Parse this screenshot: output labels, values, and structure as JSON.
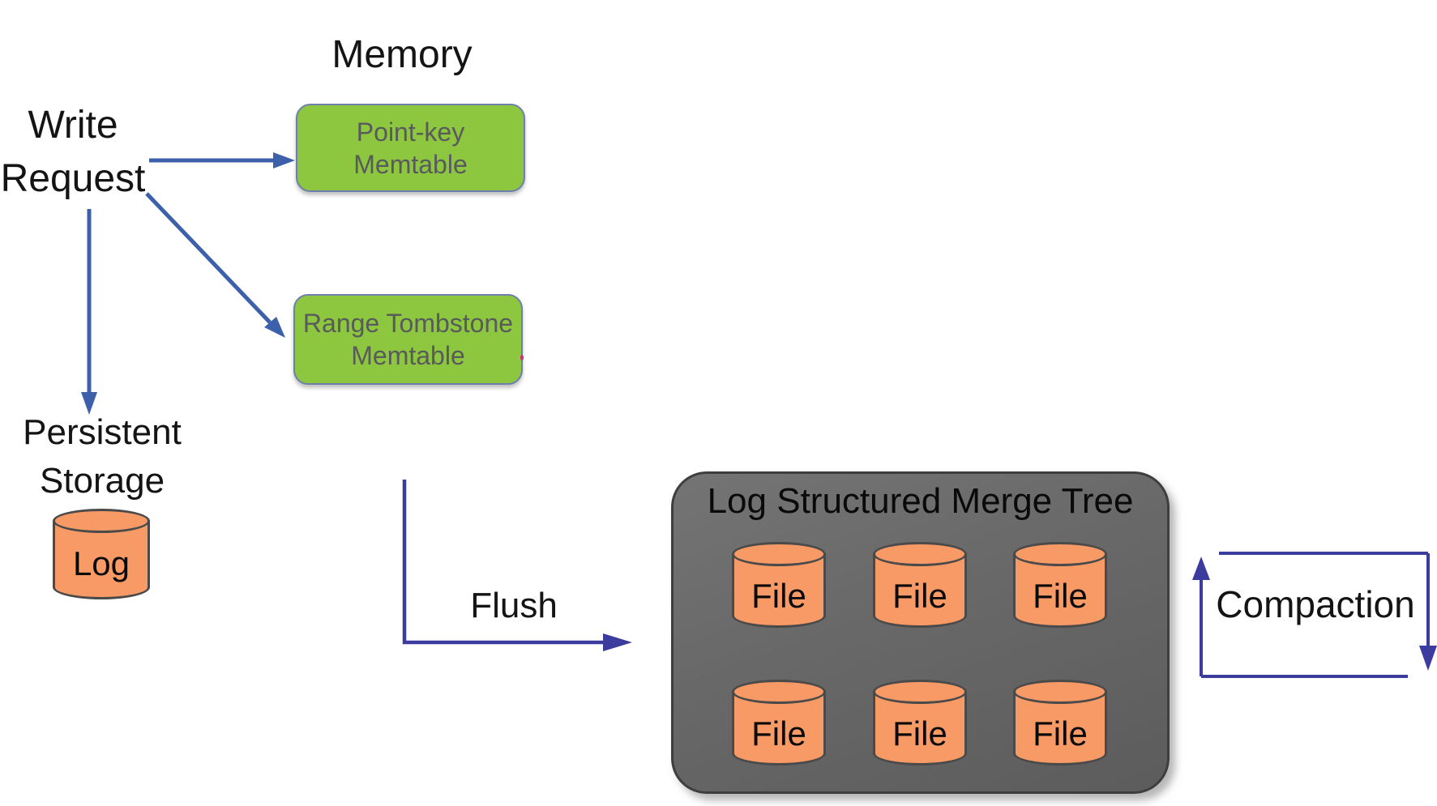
{
  "diagram": {
    "memory_section_label": "Memory",
    "write_request": {
      "lines": [
        "Write",
        "Request"
      ]
    },
    "memtables": {
      "point_key": {
        "lines": [
          "Point-key",
          "Memtable"
        ]
      },
      "range_tombstone": {
        "lines": [
          "Range Tombstone",
          "Memtable"
        ]
      }
    },
    "persistent_storage": {
      "lines": [
        "Persistent",
        "Storage"
      ],
      "log_label": "Log"
    },
    "flush_label": "Flush",
    "lsm": {
      "title": "Log Structured Merge Tree",
      "file_labels": [
        "File",
        "File",
        "File",
        "File",
        "File",
        "File"
      ]
    },
    "compaction_label": "Compaction",
    "colors": {
      "memtable_green": "#8dc63f",
      "memtable_text_gray": "#595a5c",
      "cylinder_orange": "#f89a66",
      "cylinder_border_gray": "#4a4a4a",
      "lsm_box_gray": "#686868",
      "write_arrow_steel_blue": "#3d60ab",
      "flow_arrow_indigo": "#3c3c9e",
      "label_black": "#141414"
    }
  }
}
